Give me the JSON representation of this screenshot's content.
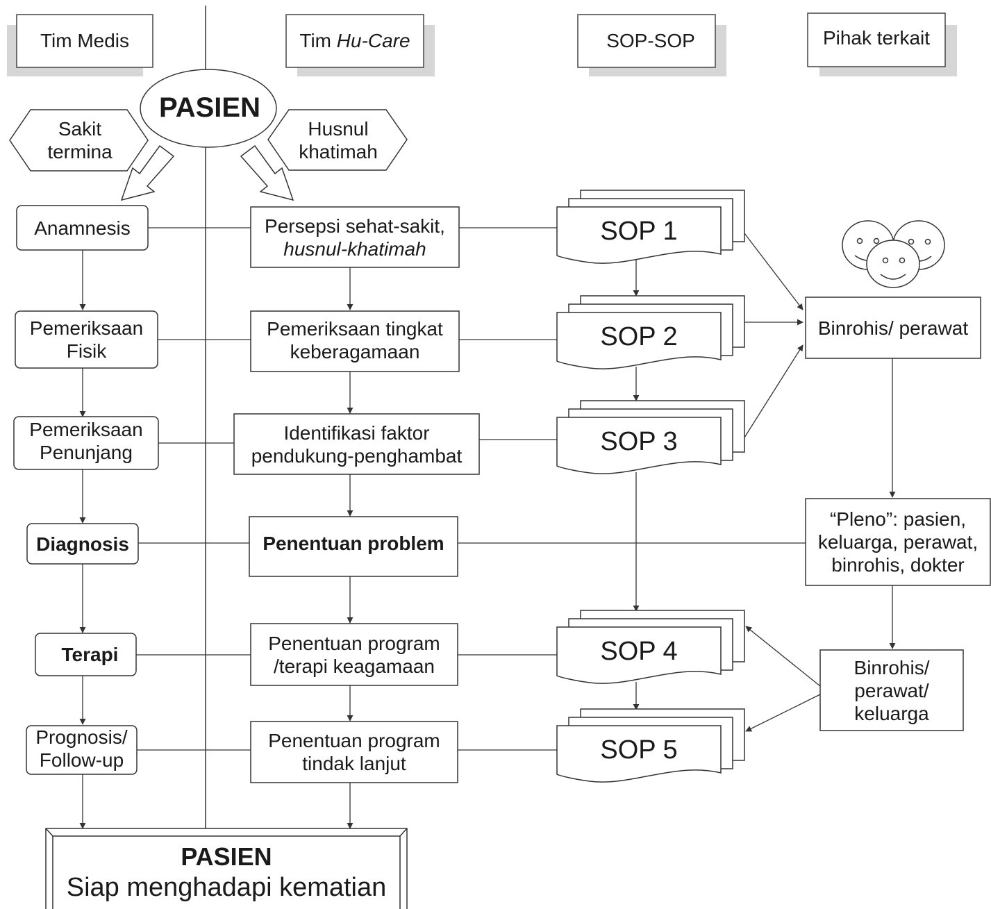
{
  "headers": {
    "tim_medis": "Tim Medis",
    "tim_hucare_prefix": "Tim ",
    "tim_hucare_italic": "Hu-Care",
    "sop_sop": "SOP-SOP",
    "pihak_terkait": "Pihak terkait"
  },
  "top": {
    "pasien": "PASIEN",
    "sakit_line1": "Sakit",
    "sakit_line2": "termina",
    "husnul_line1": "Husnul",
    "husnul_line2": "khatimah"
  },
  "medis": {
    "anamnesis": "Anamnesis",
    "fisik_line1": "Pemeriksaan",
    "fisik_line2": "Fisik",
    "penunjang_line1": "Pemeriksaan",
    "penunjang_line2": "Penunjang",
    "diagnosis": "Diagnosis",
    "terapi": "Terapi",
    "prognosis_line1": "Prognosis/",
    "prognosis_line2": "Follow-up"
  },
  "hucare": {
    "persepsi_line1": "Persepsi sehat-sakit,",
    "persepsi_line2": "husnul-khatimah",
    "tingkat_line1": "Pemeriksaan tingkat",
    "tingkat_line2": "keberagamaan",
    "faktor_line1": "Identifikasi faktor",
    "faktor_line2": "pendukung-penghambat",
    "problem": "Penentuan problem",
    "program_line1": "Penentuan program",
    "program_line2": "/terapi keagamaan",
    "lanjut_line1": "Penentuan program",
    "lanjut_line2": "tindak lanjut"
  },
  "sops": [
    "SOP 1",
    "SOP 2",
    "SOP 3",
    "SOP 4",
    "SOP 5"
  ],
  "pihak": {
    "binrohis_perawat": "Binrohis/ perawat",
    "pleno_line1": "“Pleno”: pasien,",
    "pleno_line2": "keluarga, perawat,",
    "pleno_line3": "binrohis, dokter",
    "keluarga_line1": "Binrohis/",
    "keluarga_line2": "perawat/",
    "keluarga_line3": "keluarga"
  },
  "bottom": {
    "pasien": "PASIEN",
    "siap": "Siap menghadapi kematian"
  }
}
